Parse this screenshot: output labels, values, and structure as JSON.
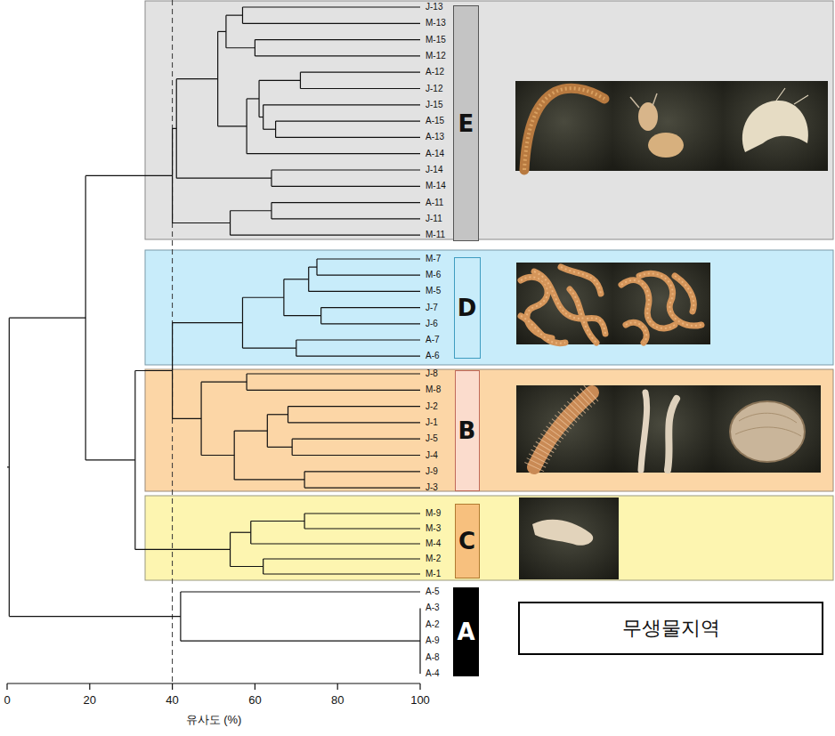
{
  "diagram": {
    "nodes": [
      {
        "text": [
          "E"
        ]
      },
      {
        "text": [
          "D"
        ]
      },
      {
        "text": [
          "B"
        ]
      },
      {
        "text": [
          "C"
        ]
      },
      {
        "text": [
          "A"
        ]
      },
      {
        "text": [
          "무생물지역"
        ]
      }
    ],
    "labels": [
      "J-13",
      "M-13",
      "M-15",
      "M-12",
      "A-12",
      "J-12",
      "J-15",
      "A-15",
      "A-13",
      "A-14",
      "J-14",
      "M-14",
      "A-11",
      "J-11",
      "M-11",
      "M-7",
      "M-6",
      "M-5",
      "J-7",
      "J-6",
      "A-7",
      "A-6",
      "J-8",
      "M-8",
      "J-2",
      "J-1",
      "J-5",
      "J-4",
      "J-9",
      "J-3",
      "M-9",
      "M-3",
      "M-4",
      "M-2",
      "M-1",
      "A-5",
      "A-3",
      "A-2",
      "A-9",
      "A-8",
      "A-4",
      "0",
      "20",
      "40",
      "60",
      "80",
      "100",
      "유사도 (%)"
    ]
  }
}
